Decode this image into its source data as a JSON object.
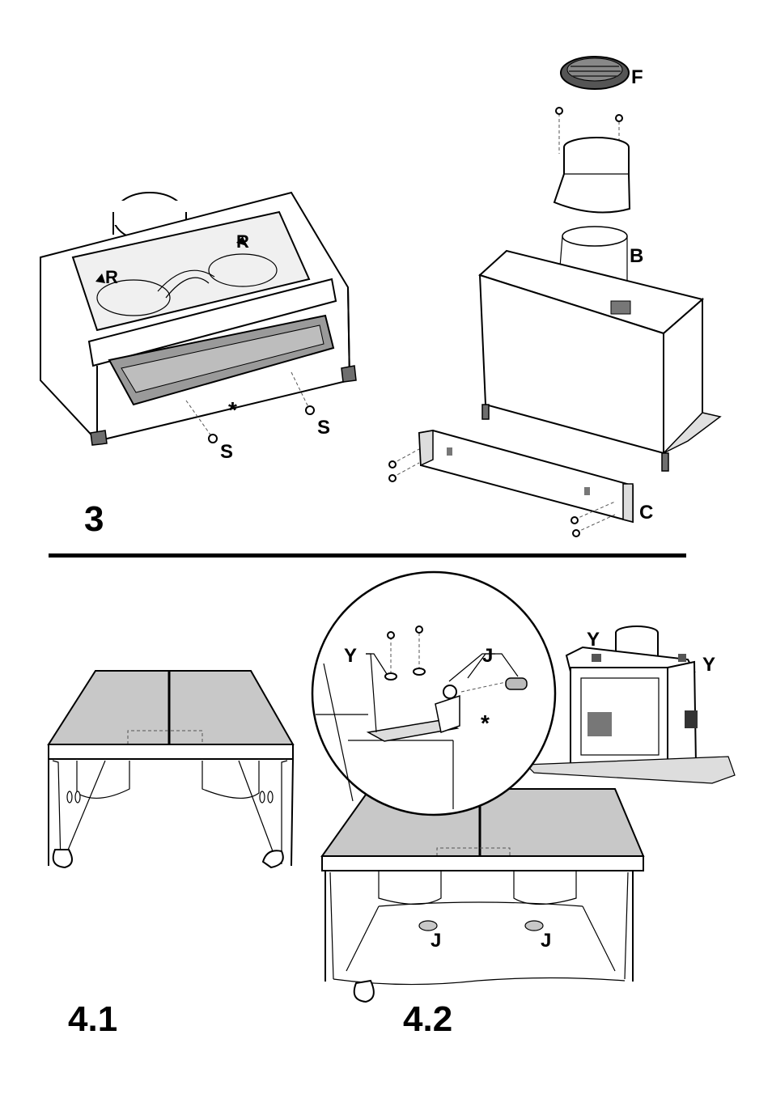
{
  "figures": [
    {
      "id": "3",
      "caption": "3"
    },
    {
      "id": "4.1",
      "caption": "4.1"
    },
    {
      "id": "4.2",
      "caption": "4.2"
    }
  ],
  "labels": {
    "R_left": "R",
    "R_right": "R",
    "S_left": "S",
    "S_right": "S",
    "star_3": "*",
    "F": "F",
    "B": "B",
    "C": "C",
    "Y_detail": "Y",
    "J_detail": "J",
    "star_detail": "*",
    "Y_hood_left": "Y",
    "Y_hood_right": "Y",
    "J_left": "J",
    "J_right": "J"
  },
  "colors": {
    "line": "#000000",
    "panel_grey": "#c8c8c8",
    "background": "#ffffff"
  }
}
